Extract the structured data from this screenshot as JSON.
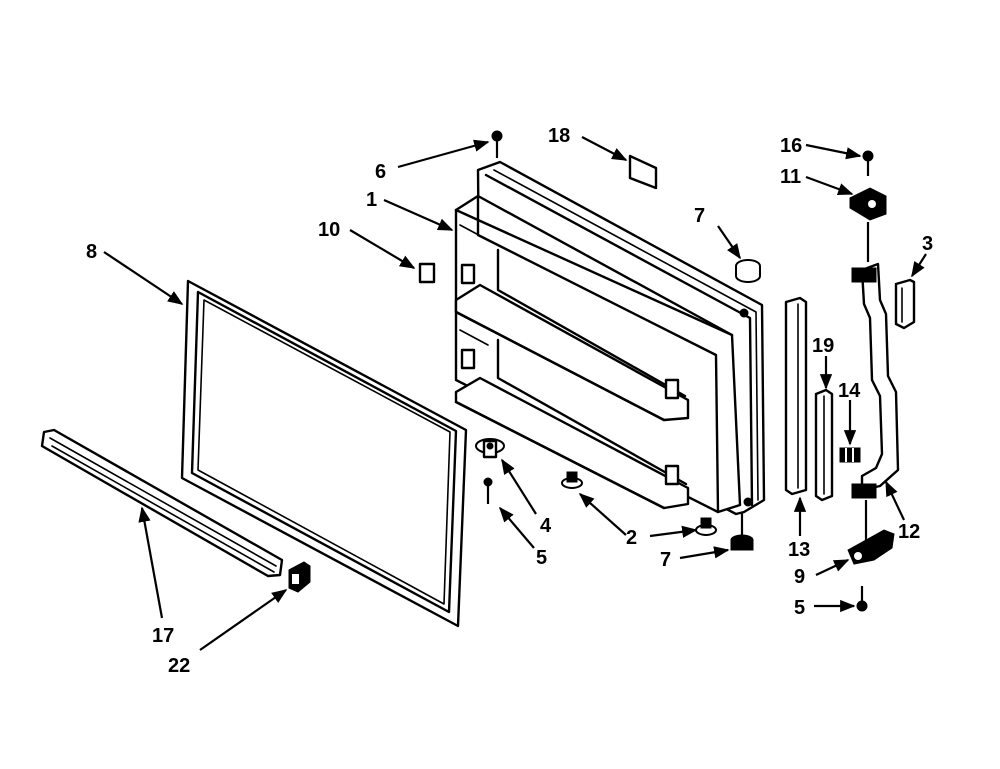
{
  "diagram": {
    "labels": {
      "p1": "1",
      "p2": "2",
      "p3": "3",
      "p4": "4",
      "p5a": "5",
      "p5b": "5",
      "p6": "6",
      "p7a": "7",
      "p7b": "7",
      "p8": "8",
      "p9": "9",
      "p10": "10",
      "p11": "11",
      "p12": "12",
      "p13": "13",
      "p14": "14",
      "p16": "16",
      "p17": "17",
      "p18": "18",
      "p19": "19",
      "p22": "22"
    }
  }
}
